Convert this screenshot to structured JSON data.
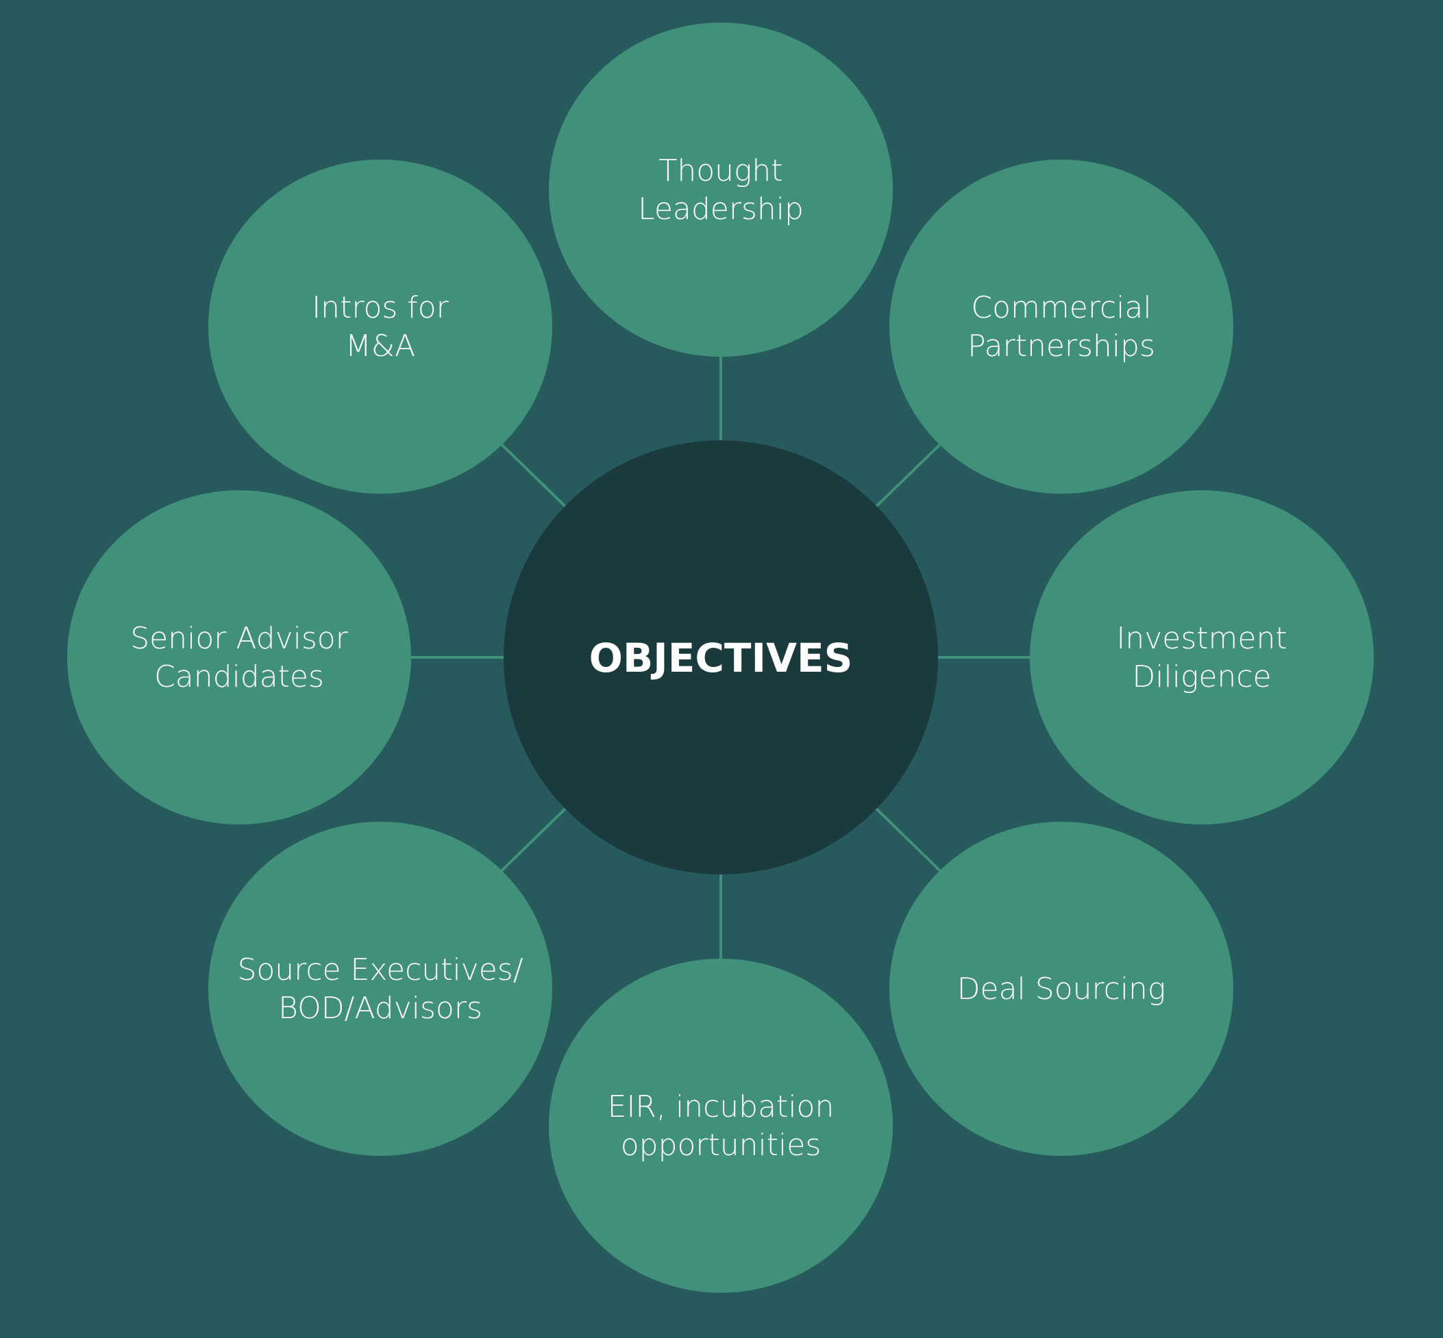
{
  "center": {
    "label": "OBJECTIVES"
  },
  "nodes": [
    {
      "lines": [
        "Thought",
        "Leadership"
      ]
    },
    {
      "lines": [
        "Commercial",
        "Partnerships"
      ]
    },
    {
      "lines": [
        "Investment",
        "Diligence"
      ]
    },
    {
      "lines": [
        "Deal Sourcing"
      ]
    },
    {
      "lines": [
        "EIR, incubation",
        "opportunities"
      ]
    },
    {
      "lines": [
        "Source Executives/",
        "BOD/Advisors"
      ]
    },
    {
      "lines": [
        "Senior Advisor",
        "Candidates"
      ]
    },
    {
      "lines": [
        "Intros for",
        "M&A"
      ]
    }
  ],
  "colors": {
    "background": "#275a5c",
    "node": "#41917a",
    "center": "#1a3a3e",
    "connector": "#41917a"
  }
}
